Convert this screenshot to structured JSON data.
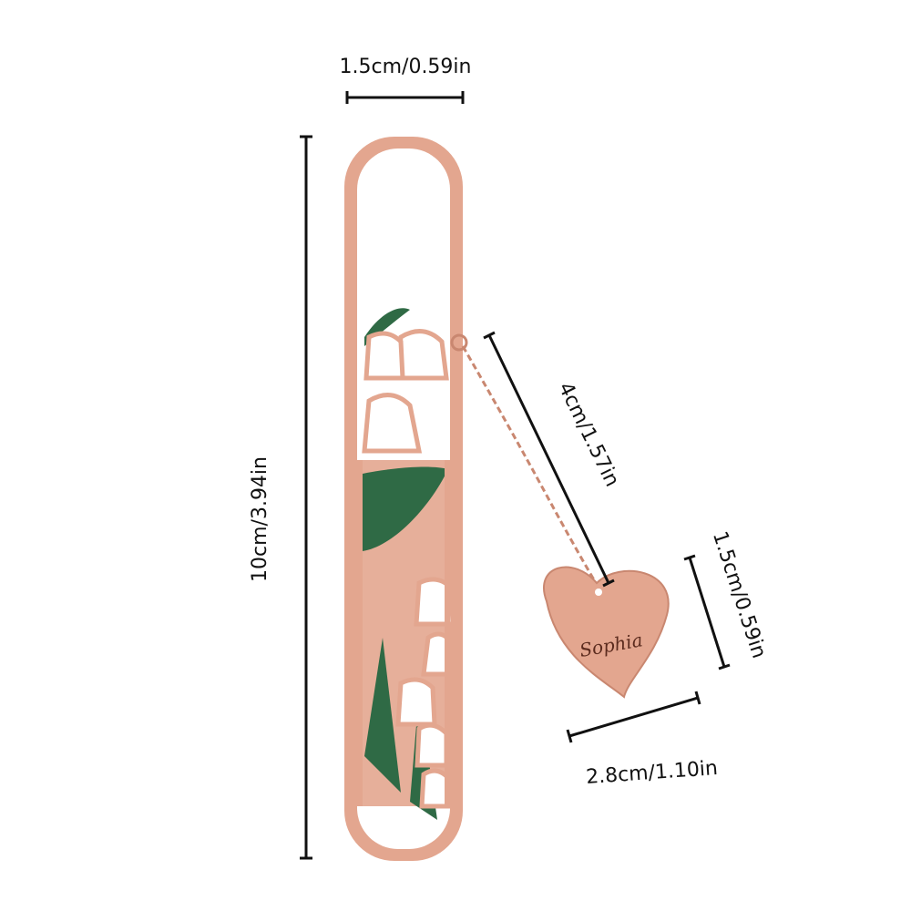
{
  "dimensions": {
    "bookmark_width": "1.5cm/0.59in",
    "bookmark_length": "10cm/3.94in",
    "chain_length": "4cm/1.57in",
    "heart_height": "1.5cm/0.59in",
    "heart_width": "2.8cm/1.10in"
  },
  "charm": {
    "engraving": "Sophia"
  },
  "colors": {
    "rose_gold": "#e3a68f",
    "rose_gold_dark": "#c98770",
    "leaf_green": "#2f6a45",
    "line": "#111111"
  }
}
